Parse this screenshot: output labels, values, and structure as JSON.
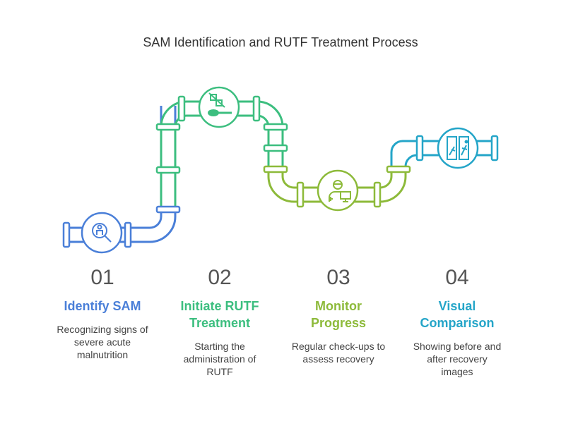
{
  "title": "SAM Identification and RUTF Treatment Process",
  "colors": {
    "step1": "#4A7FD8",
    "step2": "#3CBE7F",
    "step3": "#8DBA3A",
    "step4": "#24A5C8"
  },
  "steps": [
    {
      "number": "01",
      "title_line1": "Identify SAM",
      "title_line2": "",
      "description": [
        "Recognizing signs of",
        "severe acute",
        "malnutrition"
      ],
      "icon": "search-person-icon"
    },
    {
      "number": "02",
      "title_line1": "Initiate RUTF",
      "title_line2": "Treatment",
      "description": [
        "Starting the",
        "administration of",
        "RUTF"
      ],
      "icon": "food-spoon-icon"
    },
    {
      "number": "03",
      "title_line1": "Monitor",
      "title_line2": "Progress",
      "description": [
        "Regular check-ups to",
        "assess recovery",
        ""
      ],
      "icon": "doctor-monitor-icon"
    },
    {
      "number": "04",
      "title_line1": "Visual",
      "title_line2": "Comparison",
      "description": [
        "Showing before and",
        "after recovery",
        "images"
      ],
      "icon": "before-after-icon"
    }
  ]
}
